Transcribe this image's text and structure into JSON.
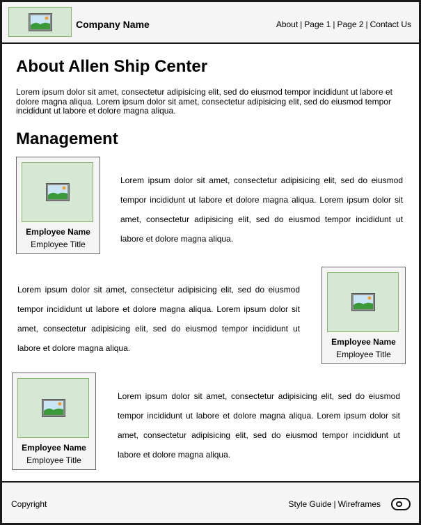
{
  "header": {
    "company_name": "Company Name",
    "logo_icon": "image-placeholder-icon",
    "nav": [
      {
        "label": "About"
      },
      {
        "label": "Page 1"
      },
      {
        "label": "Page 2"
      },
      {
        "label": "Contact Us"
      }
    ],
    "separator": "|"
  },
  "main": {
    "title": "About Allen Ship Center",
    "intro": "Lorem ipsum dolor sit amet, consectetur adipisicing elit, sed do eiusmod tempor incididunt ut labore et dolore magna aliqua. Lorem ipsum dolor sit amet, consectetur adipisicing elit, sed do eiusmod tempor incididunt ut labore et dolore magna aliqua.",
    "section_title": "Management",
    "employees": [
      {
        "name": "Employee Name",
        "title": "Employee Title",
        "text": "Lorem ipsum dolor sit amet, consectetur adipisicing elit, sed do eiusmod tempor incididunt ut labore et dolore magna aliqua. Lorem ipsum dolor sit amet, consectetur adipisicing elit, sed do eiusmod tempor incididunt ut labore et dolore magna aliqua."
      },
      {
        "name": "Employee Name",
        "title": "Employee Title",
        "text": "Lorem ipsum dolor sit amet, consectetur adipisicing elit, sed do eiusmod tempor incididunt ut labore et dolore magna aliqua. Lorem ipsum dolor sit amet, consectetur adipisicing elit, sed do eiusmod tempor incididunt ut labore et dolore magna aliqua."
      },
      {
        "name": "Employee Name",
        "title": "Employee Title",
        "text": "Lorem ipsum dolor sit amet, consectetur adipisicing elit, sed do eiusmod tempor incididunt ut labore et dolore magna aliqua. Lorem ipsum dolor sit amet, consectetur adipisicing elit, sed do eiusmod tempor incididunt ut labore et dolore magna aliqua."
      }
    ]
  },
  "footer": {
    "copyright": "Copyright",
    "links": [
      {
        "label": "Style Guide"
      },
      {
        "label": "Wireframes"
      }
    ],
    "separator": "|",
    "toggle_icon": "toggle-switch-icon"
  },
  "colors": {
    "placeholder_fill": "#d5e8d4",
    "placeholder_border": "#82b366",
    "panel_bg": "#f5f5f5",
    "border": "#1a1a1a"
  }
}
